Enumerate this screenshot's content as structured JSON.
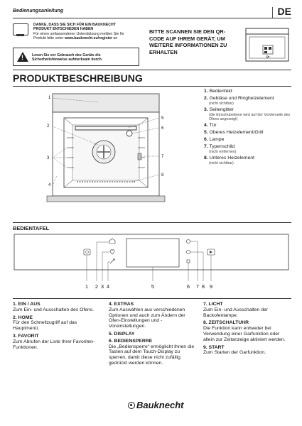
{
  "header": {
    "title": "Bedienungsanleitung",
    "lang": "DE"
  },
  "registration": {
    "line1": "DANKE, DASS SIE SICH FÜR EIN BAUKNECHT",
    "line2": "PRODUKT ENTSCHIEDEN HABEN",
    "line3": "Für einen umfassenderen Unterstützung melden Sie Ihr",
    "line4_pre": "Produkt bitte unter ",
    "line4_url": "www.bauknecht.eu/register",
    "line4_post": " an"
  },
  "warning": {
    "line1": "Lesen Sie vor Gebrauch des Geräts die",
    "line2": "Sicherheitshinweise aufmerksam durch."
  },
  "qr": {
    "line1": "BITTE SCANNEN SIE DEN QR-",
    "line2": "CODE AUF IHREM GERÄT, UM",
    "line3": "WEITERE INFORMATIONEN ZU",
    "line4": "ERHALTEN",
    "sticker": "Qr",
    "icon": "oven-with-qr-label-icon"
  },
  "section_title": "PRODUKTBESCHREIBUNG",
  "callouts": [
    "1",
    "2",
    "3",
    "4",
    "5",
    "6",
    "7",
    "8"
  ],
  "legend": [
    {
      "num": "1.",
      "label": "Bedienfeld",
      "note": ""
    },
    {
      "num": "2.",
      "label": "Gebläse und Ringheizelement",
      "note": "(nicht sichtbar)"
    },
    {
      "num": "3.",
      "label": "Seitengitter",
      "note": "(die Einschubebene wird auf der Vorderseite des Ofens angezeigt)"
    },
    {
      "num": "4.",
      "label": "Tür",
      "note": ""
    },
    {
      "num": "5.",
      "label": "Oberes Heizelement/Grill",
      "note": ""
    },
    {
      "num": "6.",
      "label": "Lampe",
      "note": ""
    },
    {
      "num": "7.",
      "label": "Typenschild",
      "note": "(nicht entfernen)"
    },
    {
      "num": "8.",
      "label": "Unteres Heizelement",
      "note": "(nicht sichtbar)"
    }
  ],
  "bedientafel": {
    "title": "BEDIENTAFEL",
    "labels": [
      "1",
      "2",
      "3",
      "4",
      "5",
      "6",
      "7",
      "8",
      "9"
    ]
  },
  "descriptions": {
    "col1": [
      {
        "t": "1. EIN / AUS",
        "d": "Zum Ein- und Ausschalten des Ofens."
      },
      {
        "t": "2. HOME",
        "d": "Für den Schnellzugriff auf das Hauptmenü."
      },
      {
        "t": "3. FAVORIT",
        "d": "Zum Abrufen der Liste Ihrer Favoriten-Funktionen."
      }
    ],
    "col2": [
      {
        "t": "4. EXTRAS",
        "d": "Zum Auswählen aus verschiedenen Optionen und auch zum Ändern der Ofen-Einstellungen und -Voreinstellungen."
      },
      {
        "t": "5. DISPLAY",
        "d": ""
      },
      {
        "t": "6. BEDIENSPERRE",
        "d": "Die „Bediensperre“ ermöglicht Ihnen die Tasten auf dem Touch-Display zu sperren, damit diese nicht zufällig gedrückt werden können."
      }
    ],
    "col3": [
      {
        "t": "7. LICHT",
        "d": "Zum Ein- und Ausschalten der Backofenlampe."
      },
      {
        "t": "8. ZEITSCHALTUHR",
        "d": "Die Funktion kann entweder bei Verwendung einer Garfunktion oder allein zur Zeitanzeige aktiviert werden."
      },
      {
        "t": "9. START",
        "d": "Zum Starten der Garfunktion."
      }
    ]
  },
  "brand": "Bauknecht"
}
